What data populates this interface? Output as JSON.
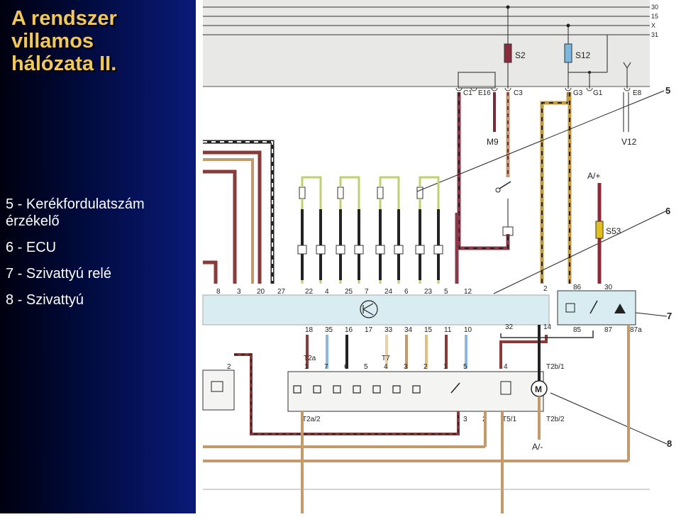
{
  "slide": {
    "title_lines": [
      "A rendszer",
      "villamos",
      "hálózata II."
    ],
    "legend": [
      "5 - Kerékfordulatszám érzékelő",
      "6 - ECU",
      "7 - Szivattyú relé",
      "8 - Szivattyú"
    ]
  },
  "diagram": {
    "bus_labels": [
      "30",
      "15",
      "X",
      "31"
    ],
    "fuses": [
      "S2",
      "S12",
      "S53"
    ],
    "top_connectors": [
      "C1",
      "E16",
      "C3",
      "G3",
      "G1",
      "E8"
    ],
    "components": [
      "M9",
      "V12",
      "A/+",
      "A/-"
    ],
    "callouts": [
      "5",
      "6",
      "7",
      "8"
    ],
    "ecu_top_pins": [
      "8",
      "3",
      "20",
      "27",
      "22",
      "4",
      "25",
      "7",
      "24",
      "6",
      "23",
      "5",
      "12",
      "2"
    ],
    "ecu_bottom_pins": [
      "18",
      "35",
      "16",
      "17",
      "33",
      "34",
      "15",
      "11",
      "10",
      "32",
      "14"
    ],
    "relay_pins": [
      "86",
      "30",
      "85",
      "87",
      "87a"
    ],
    "connector_labels": [
      "T2a",
      "T7",
      "T2b/1",
      "T2a/2",
      "T5/1",
      "T2b/2"
    ],
    "lower_block_pins": [
      "1",
      "7",
      "6",
      "5",
      "4",
      "3",
      "2",
      "1",
      "5",
      "4",
      "3",
      "2"
    ],
    "left_pin": "2"
  }
}
